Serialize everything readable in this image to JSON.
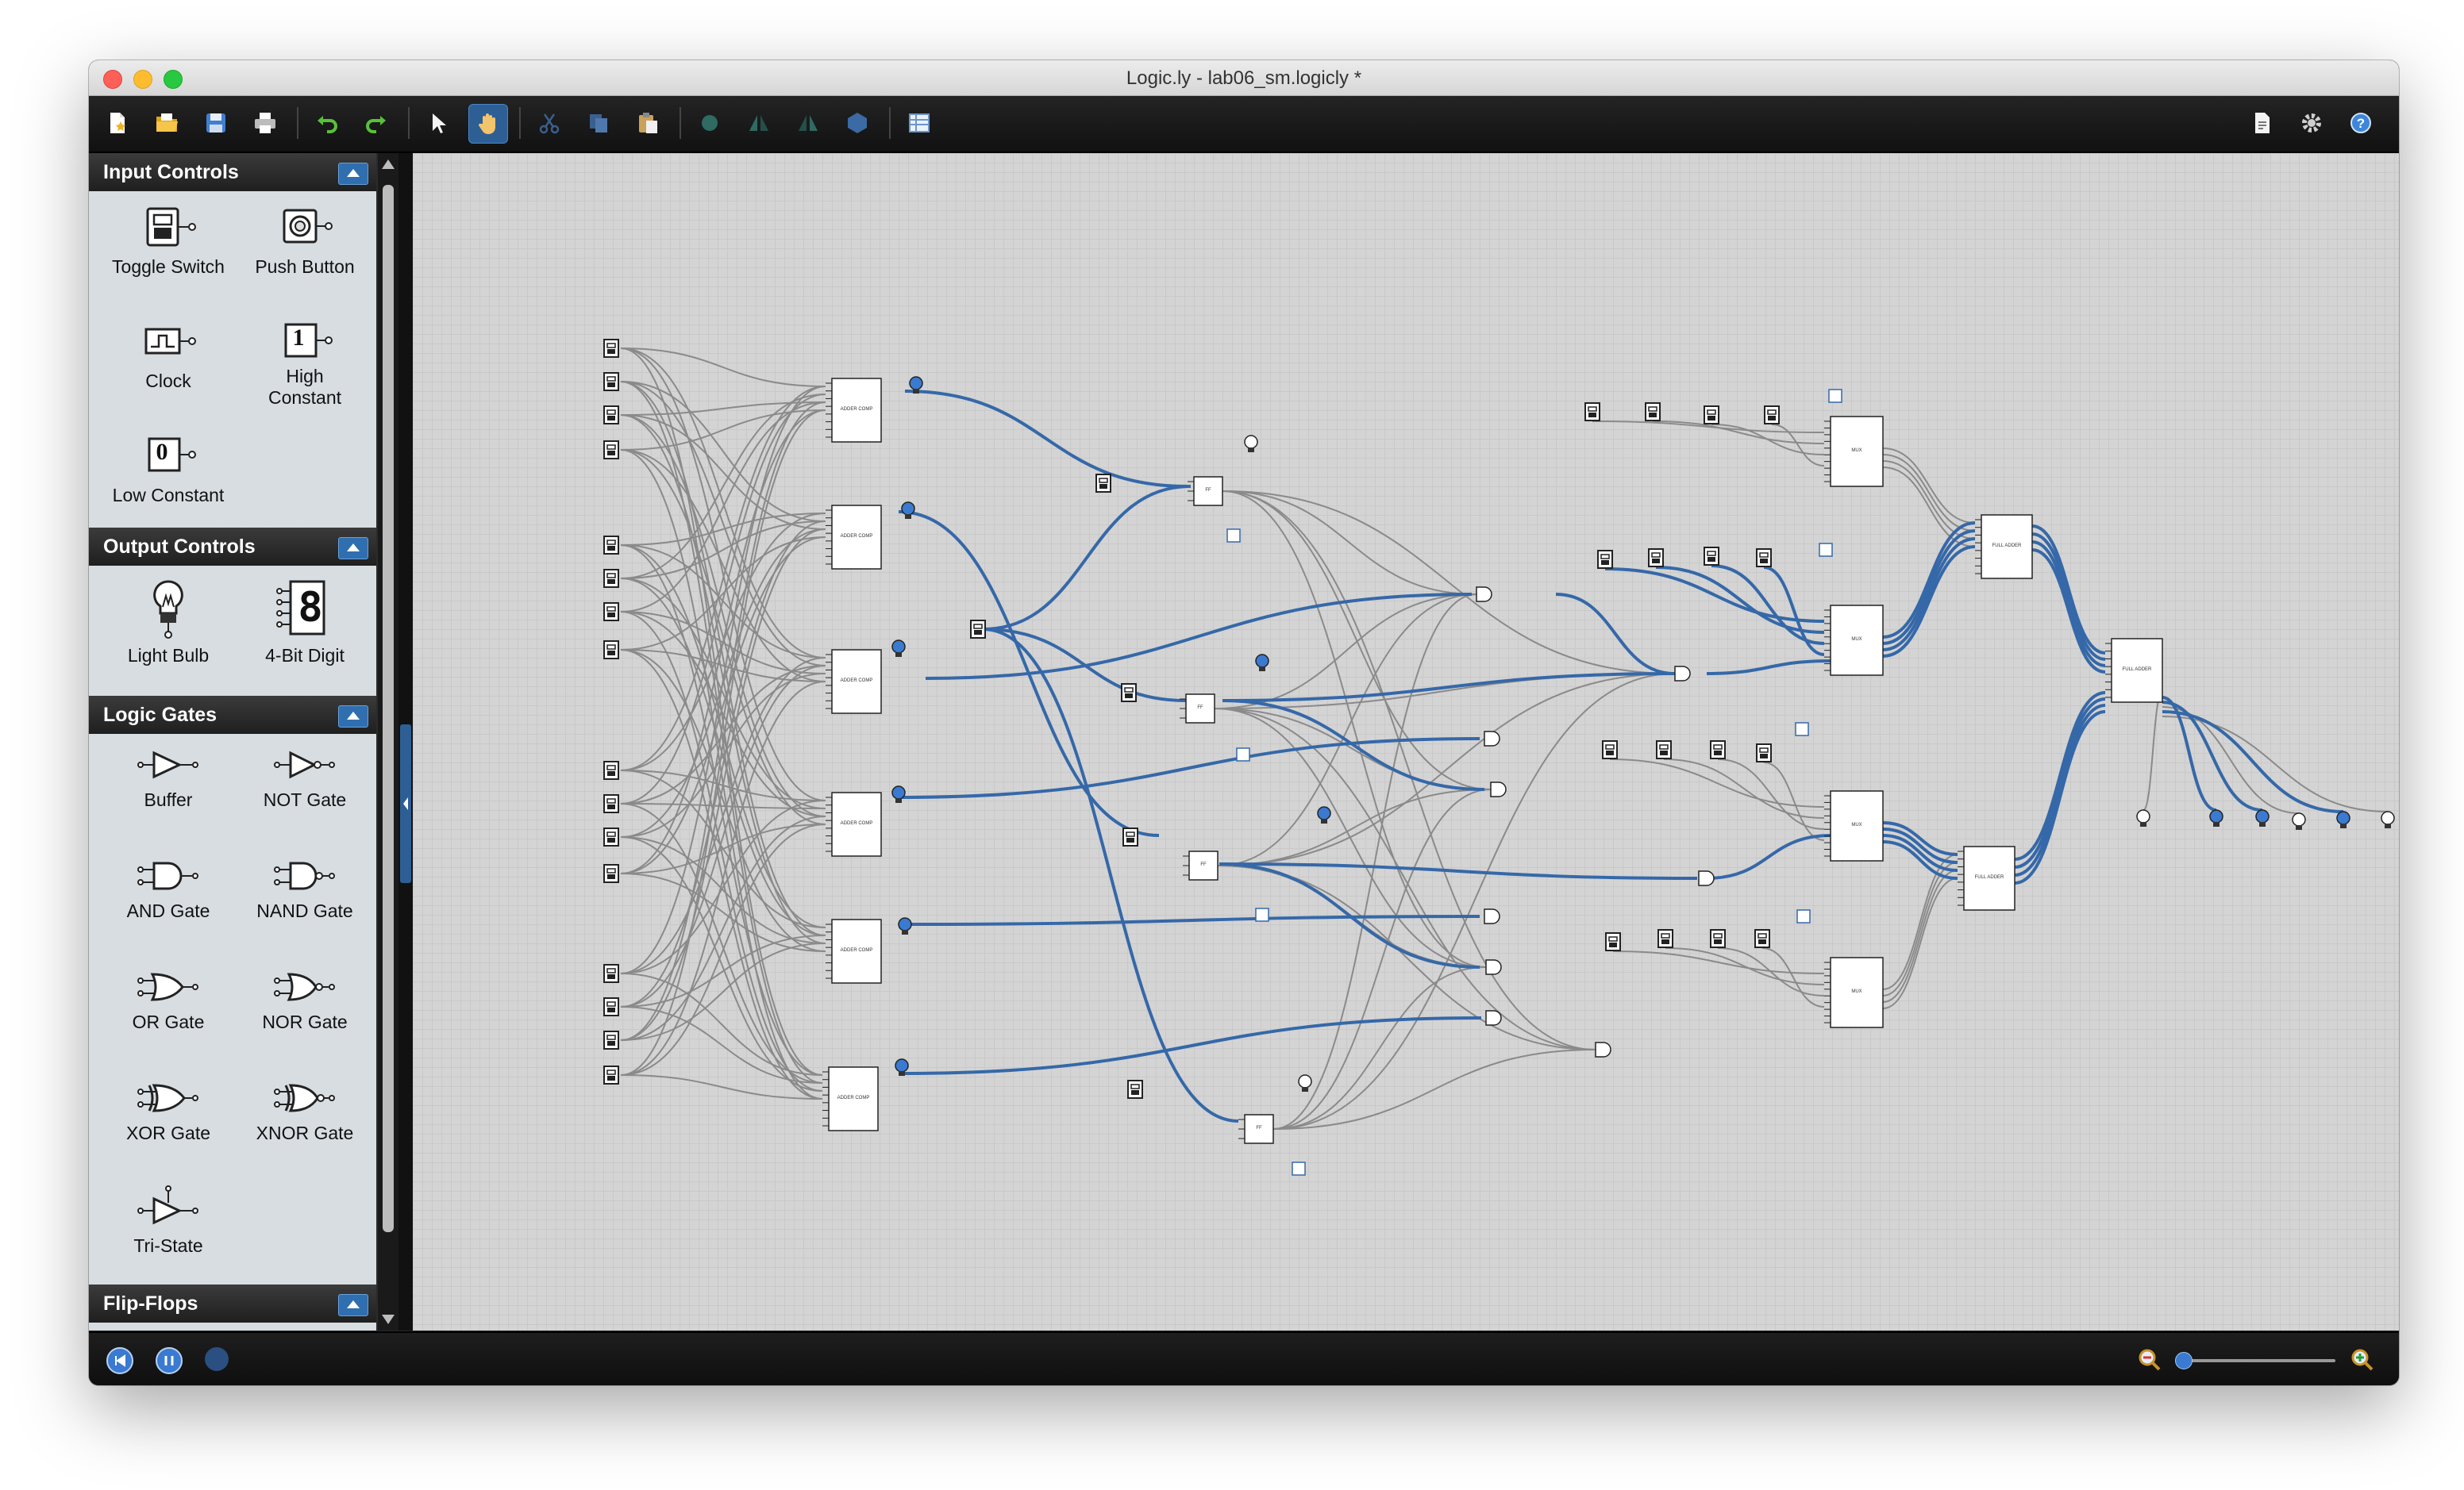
{
  "window": {
    "title": "Logic.ly - lab06_sm.logicly *"
  },
  "toolbar": {
    "left_icons": [
      "new-file-icon",
      "open-folder-icon",
      "save-icon",
      "print-icon",
      "undo-icon",
      "redo-icon",
      "select-pointer-icon",
      "pan-hand-icon",
      "cut-icon",
      "copy-icon",
      "paste-icon",
      "rotate-icon",
      "flip-horizontal-icon",
      "flip-vertical-icon",
      "group-icon",
      "truth-table-icon"
    ],
    "right_icons": [
      "export-document-icon",
      "settings-gear-icon",
      "help-icon"
    ],
    "active_tool": "pan-hand-icon"
  },
  "sidebar": {
    "sections": [
      {
        "title": "Input Controls",
        "items": [
          "Toggle Switch",
          "Push Button",
          "Clock",
          "High\nConstant",
          "Low Constant"
        ]
      },
      {
        "title": "Output Controls",
        "items": [
          "Light Bulb",
          "4-Bit Digit"
        ]
      },
      {
        "title": "Logic Gates",
        "items": [
          "Buffer",
          "NOT Gate",
          "AND Gate",
          "NAND Gate",
          "OR Gate",
          "NOR Gate",
          "XOR Gate",
          "XNOR Gate",
          "Tri-State"
        ]
      },
      {
        "title": "Flip-Flops",
        "items": []
      }
    ],
    "constants": {
      "high": "1",
      "low": "0",
      "digit": "8"
    }
  },
  "canvas": {
    "chip_labels": {
      "adder_comp": "ADDER COMP",
      "mux": "MUX",
      "full_adder": "FULL ADDER",
      "flip_flop": "FF"
    }
  },
  "statusbar": {
    "icons": [
      "reset-simulation-icon",
      "pause-simulation-icon",
      "step-icon",
      "zoom-out-icon",
      "zoom-in-icon"
    ],
    "zoom_level": 0.05
  },
  "colors": {
    "wire_active": "#3568a8",
    "wire_inactive": "#8a8a8a",
    "accent": "#2d5f95",
    "bulb_on": "#3a7ad0"
  }
}
